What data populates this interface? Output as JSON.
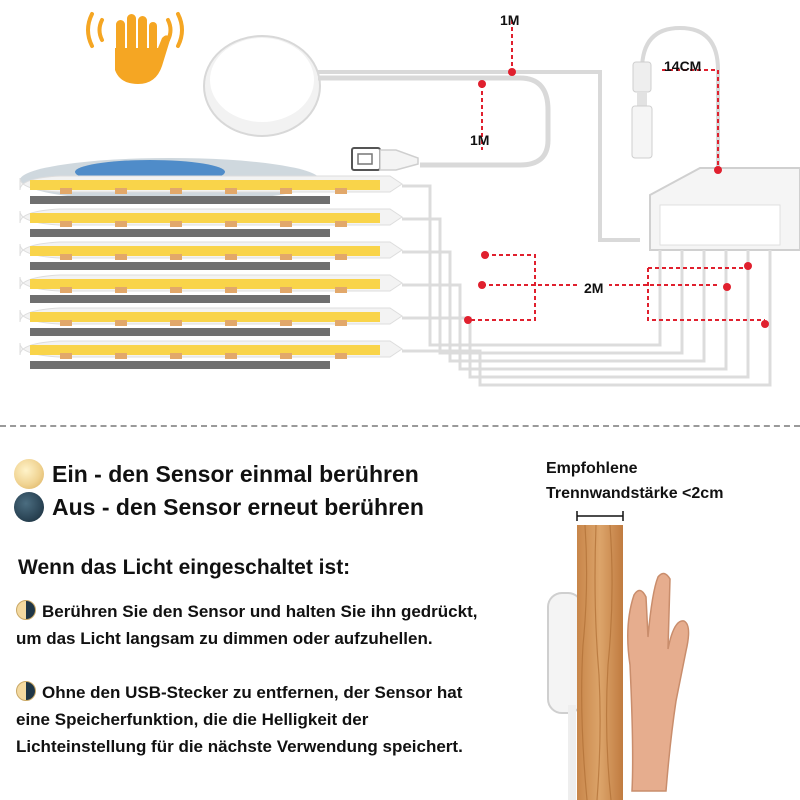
{
  "diagram": {
    "label_cable_top": "1M",
    "label_cable_mid": "1M",
    "label_dc_cable": "14CM",
    "label_split": "2M"
  },
  "modes": {
    "on_text": "Ein - den Sensor einmal berühren",
    "off_text": "Aus - den Sensor erneut berühren"
  },
  "instructions": {
    "heading": "Wenn das Licht eingeschaltet ist:",
    "item1": "Berühren Sie den Sensor und halten Sie ihn gedrückt, um das Licht langsam zu dimmen oder aufzuhellen.",
    "item2": "Ohne den USB-Stecker zu entfernen, der Sensor hat eine Speicherfunktion, die die Helligkeit der Lichteinstellung für die nächste Verwendung speichert."
  },
  "wall": {
    "line1": "Empfohlene",
    "line2": "Trennwandstärke <2cm"
  },
  "colors": {
    "accent_red": "#e0202e",
    "led_yellow": "#f9d44a",
    "hand_orange": "#f5a623",
    "wood": "#d39a5c"
  }
}
